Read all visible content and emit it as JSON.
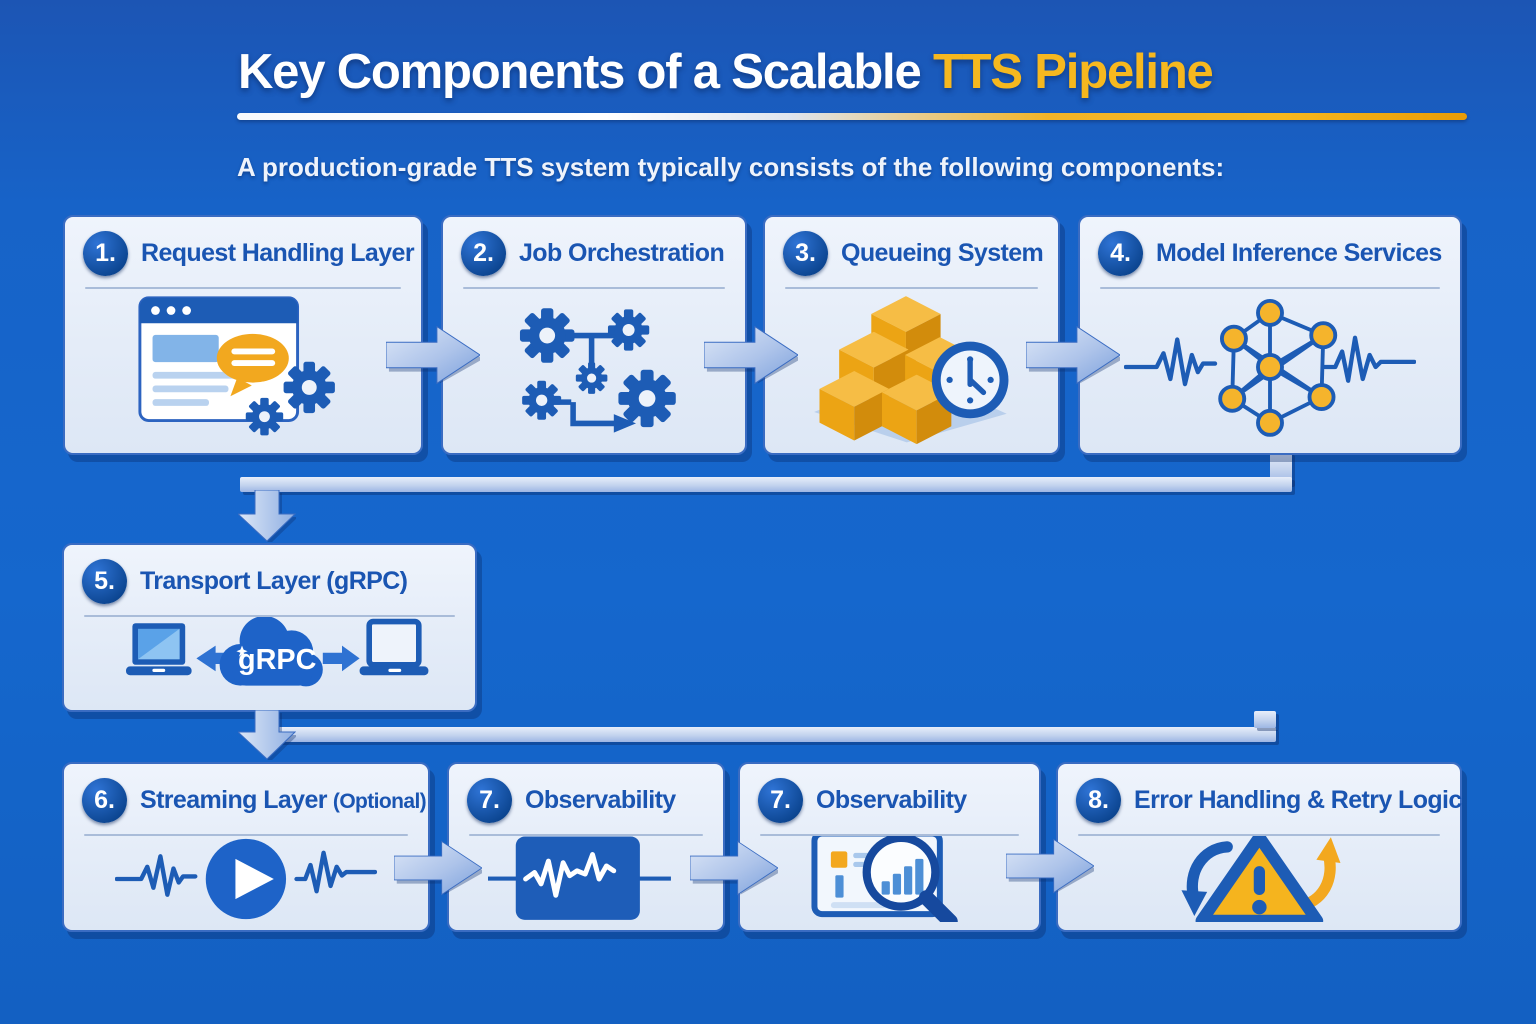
{
  "header": {
    "title_white": "Key Components of a Scalable",
    "title_accent": "TTS Pipeline",
    "subtitle": "A production-grade TTS system typically consists of the following components:"
  },
  "cards": [
    {
      "number": "1.",
      "title": "Request Handling Layer",
      "icon": "browser-chat-gears-icon"
    },
    {
      "number": "2.",
      "title": "Job Orchestration",
      "icon": "gears-flow-icon"
    },
    {
      "number": "3.",
      "title": "Queueing System",
      "icon": "boxes-clock-icon"
    },
    {
      "number": "4.",
      "title": "Model Inference Services",
      "icon": "neural-network-waveform-icon"
    },
    {
      "number": "5.",
      "title": "Transport Layer (gRPC)",
      "icon": "grpc-cloud-icon",
      "icon_label": "gRPC"
    },
    {
      "number": "6.",
      "title": "Streaming Layer",
      "suffix": "(Optional)",
      "icon": "play-waveform-icon"
    },
    {
      "number": "7.",
      "title": "Observability",
      "icon": "waveform-panel-icon"
    },
    {
      "number": "7.",
      "title": "Observability",
      "icon": "dashboard-magnifier-icon"
    },
    {
      "number": "8.",
      "title": "Error Handling & Retry Logic",
      "icon": "warning-retry-icon"
    }
  ],
  "colors": {
    "background_blue": "#1567cd",
    "card_background": "#e9effa",
    "heading_blue": "#1a55b2",
    "badge_blue": "#0d4da8",
    "icon_blue": "#1d5cb5",
    "gold": "#f2a81f",
    "title_accent": "#f6b81f"
  }
}
